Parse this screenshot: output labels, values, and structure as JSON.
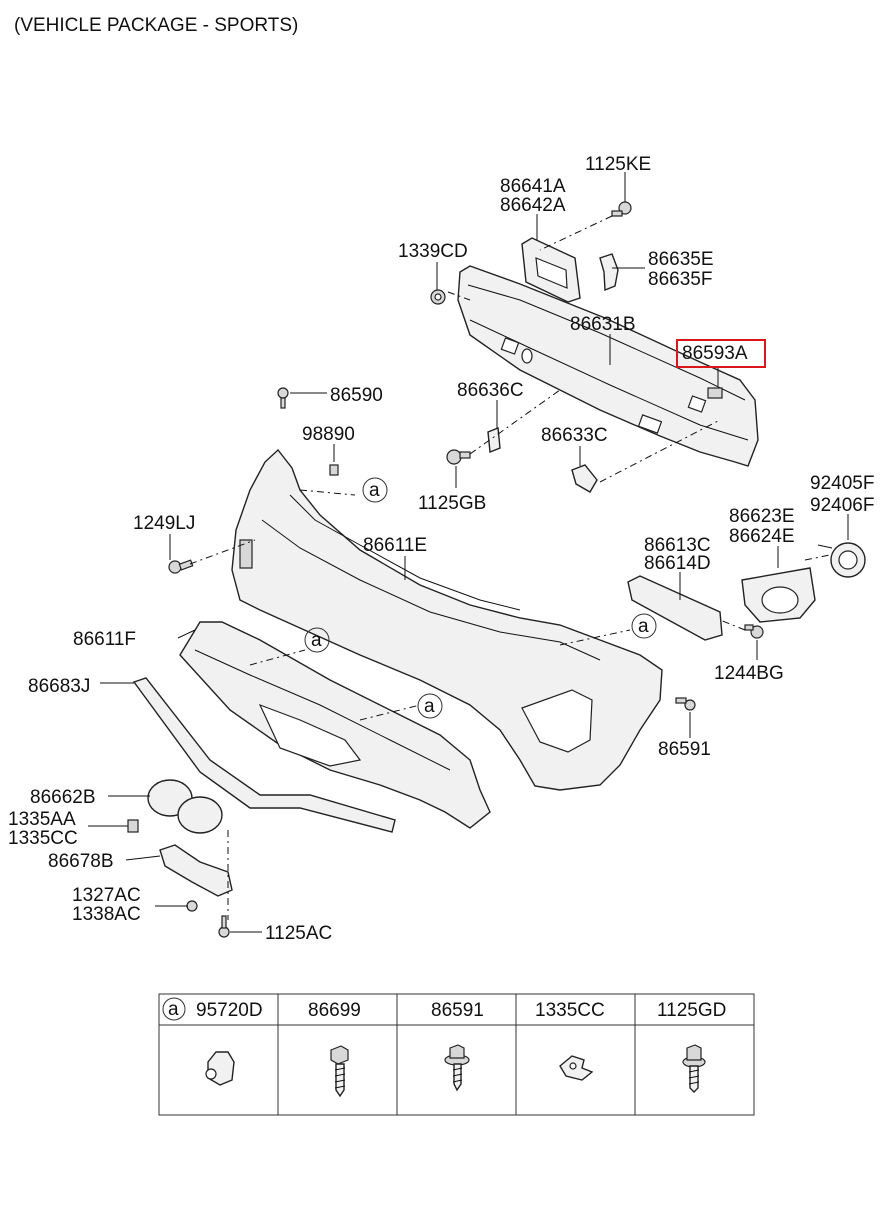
{
  "title": "(VEHICLE PACKAGE - SPORTS)",
  "highlight_color": "#d8161b",
  "highlighted_part": "86593A",
  "labels": {
    "p1125KE": "1125KE",
    "p86641A": "86641A",
    "p86642A": "86642A",
    "p1339CD": "1339CD",
    "p86635E": "86635E",
    "p86635F": "86635F",
    "p86631B": "86631B",
    "p86593A": "86593A",
    "p86590": "86590",
    "p86636C": "86636C",
    "p98890": "98890",
    "p86633C": "86633C",
    "p1125GB": "1125GB",
    "p92405F": "92405F",
    "p92406F": "92406F",
    "p1249LJ": "1249LJ",
    "p86611E": "86611E",
    "p86623E": "86623E",
    "p86624E": "86624E",
    "p86613C": "86613C",
    "p86614D": "86614D",
    "p86611F": "86611F",
    "p1244BG": "1244BG",
    "p86683J": "86683J",
    "p86591": "86591",
    "p86662B": "86662B",
    "p1335AA": "1335AA",
    "p1335CC": "1335CC",
    "p86678B": "86678B",
    "p1327AC": "1327AC",
    "p1338AC": "1338AC",
    "p1125AC": "1125AC"
  },
  "callout": "a",
  "legend_table": {
    "headers": [
      "95720D",
      "86699",
      "86591",
      "1335CC",
      "1125GD"
    ]
  }
}
